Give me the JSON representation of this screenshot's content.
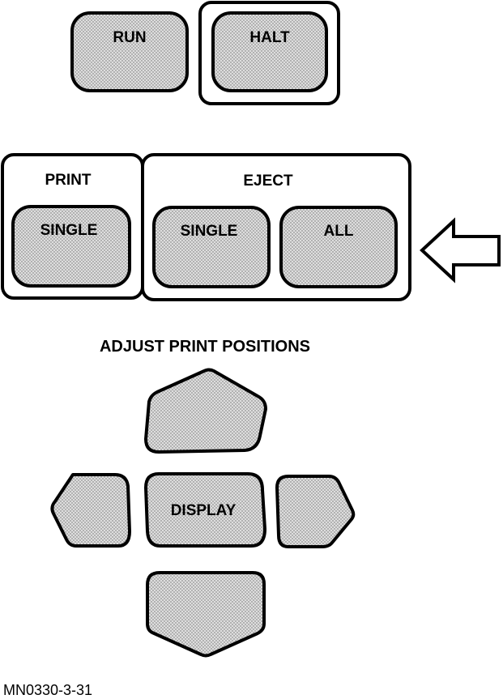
{
  "top_keys": {
    "run_label": "RUN",
    "halt_label": "HALT"
  },
  "print_group": {
    "title": "PRINT",
    "single_label": "SINGLE"
  },
  "eject_group": {
    "title": "EJECT",
    "single_label": "SINGLE",
    "all_label": "ALL"
  },
  "adjust": {
    "title": "ADJUST PRINT POSITIONS",
    "display_label": "DISPLAY"
  },
  "figure_id": "MN0330-3-31",
  "colors": {
    "key_fill": "#d9d9d9",
    "stipple": "#6f6f6f",
    "outline": "#000000"
  },
  "icons": {
    "pointer": "left-arrow-icon"
  }
}
